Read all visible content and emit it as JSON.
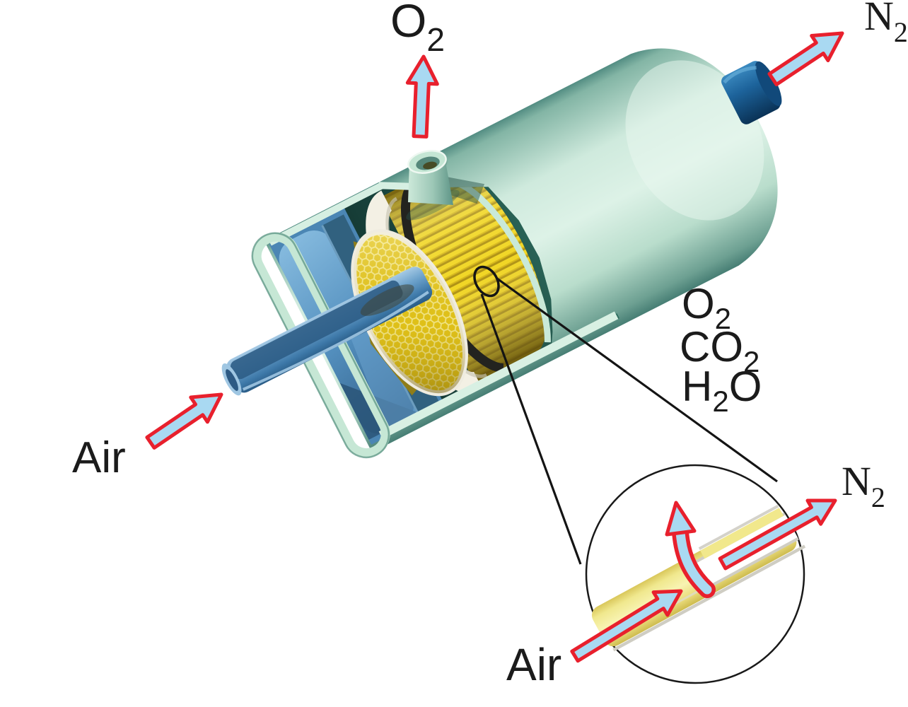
{
  "diagram": {
    "labels": {
      "feed": "Air",
      "inset_feed": "Air",
      "top_product": {
        "main": "O",
        "sub": "2"
      },
      "retentate_top": {
        "main": "N",
        "sub": "2"
      },
      "inset_retentate": {
        "main": "N",
        "sub": "2"
      },
      "permeate_gases": {
        "o2": {
          "main": "O",
          "sub": "2"
        },
        "co2": {
          "main": "CO",
          "sub": "2"
        },
        "h2o": {
          "p1": "H",
          "p2": "2",
          "p3": "O"
        }
      }
    },
    "colors": {
      "shell": "#cfeadd",
      "shell_dark": "#4d8a7c",
      "fiber_yellow": "#f0d51f",
      "honeycomb": "#e3c417",
      "interior_blue": "#5b9ccb",
      "potting_olive": "#8f7d18",
      "band_white": "#f3f0e4",
      "ring_black": "#23231f",
      "outlet_port_blue": "#1b5e95",
      "inlet_tube_blue": "#447fae",
      "inset_fiber": "#f1e88c",
      "arrow_fill": "#a9d9f2",
      "arrow_outline": "#e8202d",
      "callout_line": "#1a1a1a",
      "text": "#1b1b1b",
      "background": "#ffffff"
    }
  }
}
